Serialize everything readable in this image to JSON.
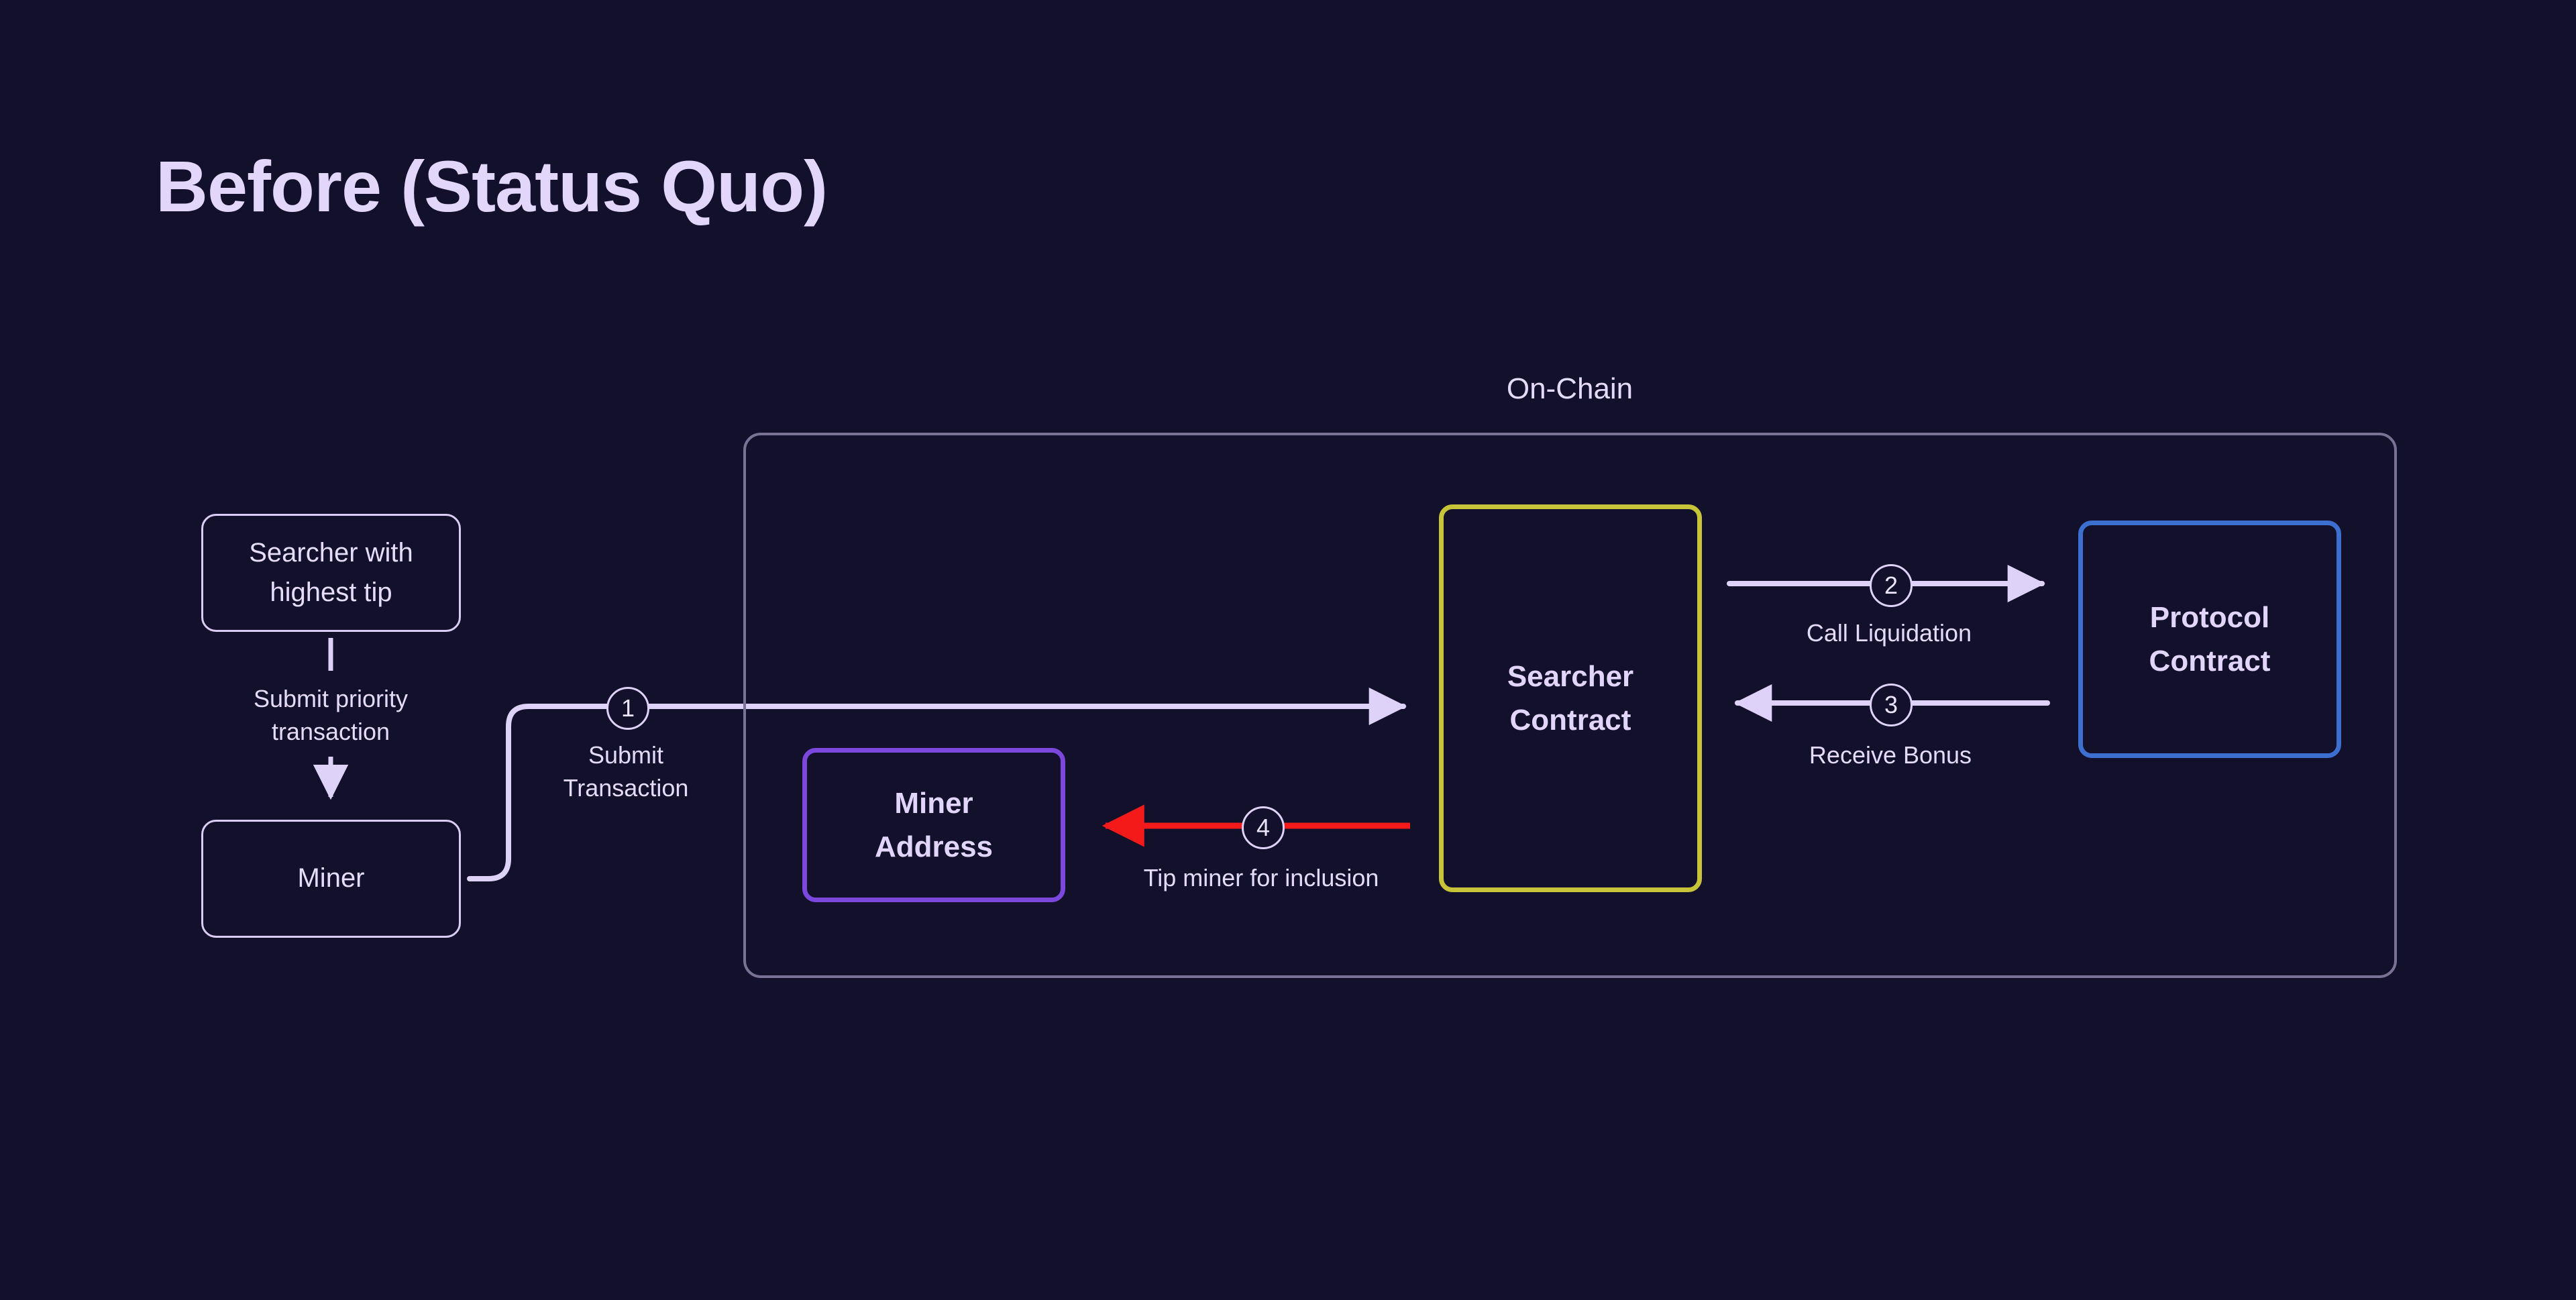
{
  "page": {
    "title": "Before (Status Quo)",
    "background_color": "#12102a",
    "text_color": "#e3d8fb"
  },
  "diagram": {
    "type": "flow-diagram",
    "group": {
      "label": "On-Chain",
      "border_color": "#7a7294"
    },
    "nodes": [
      {
        "id": "searcher-with-highest-tip",
        "label": "Searcher with\nhighest tip",
        "style": "plain",
        "border_color": "#d9cdf5",
        "inside_group": false
      },
      {
        "id": "miner",
        "label": "Miner",
        "style": "plain",
        "border_color": "#d9cdf5",
        "inside_group": false
      },
      {
        "id": "miner-address",
        "label": "Miner\nAddress",
        "style": "accent",
        "border_color": "#7c47dd",
        "inside_group": true
      },
      {
        "id": "searcher-contract",
        "label": "Searcher\nContract",
        "style": "accent",
        "border_color": "#c8c43a",
        "inside_group": true
      },
      {
        "id": "protocol-contract",
        "label": "Protocol\nContract",
        "style": "accent",
        "border_color": "#3d6fd0",
        "inside_group": true
      }
    ],
    "edges": [
      {
        "id": "submit-priority-transaction",
        "from": "searcher-with-highest-tip",
        "to": "miner",
        "label": "Submit priority\ntransaction",
        "step": null,
        "color": "#ded2f8",
        "direction": "down"
      },
      {
        "id": "submit-transaction",
        "from": "miner",
        "to": "searcher-contract",
        "label": "Submit\nTransaction",
        "step": "1",
        "color": "#ded2f8",
        "direction": "right"
      },
      {
        "id": "call-liquidation",
        "from": "searcher-contract",
        "to": "protocol-contract",
        "label": "Call Liquidation",
        "step": "2",
        "color": "#ded2f8",
        "direction": "right"
      },
      {
        "id": "receive-bonus",
        "from": "protocol-contract",
        "to": "searcher-contract",
        "label": "Receive Bonus",
        "step": "3",
        "color": "#ded2f8",
        "direction": "left"
      },
      {
        "id": "tip-miner-for-inclusion",
        "from": "searcher-contract",
        "to": "miner-address",
        "label": "Tip miner for inclusion",
        "step": "4",
        "color": "#f51a1a",
        "direction": "left"
      }
    ]
  }
}
